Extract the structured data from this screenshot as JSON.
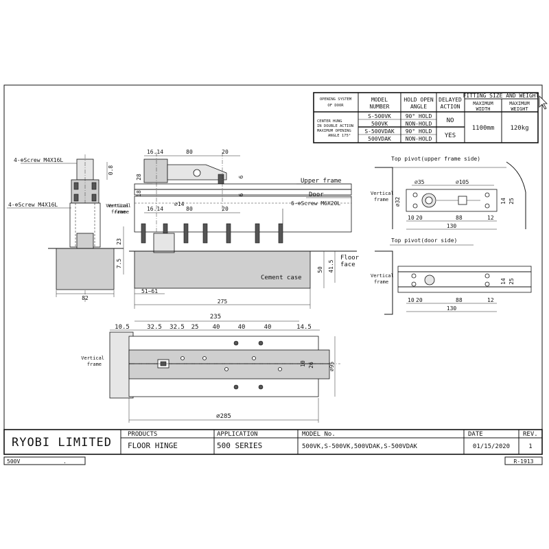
{
  "spec_table": {
    "col_opening_system": "OPENING SYSTEM\nOF DOOR",
    "col_model_number": "MODEL\nNUMBER",
    "col_hold_open_angle": "HOLD OPEN\nANGLE",
    "col_delayed_action": "DELAYED\nACTION",
    "col_fitting_size": "FITTING SIZE AND WEIGHT",
    "col_max_width": "MAXIMUM\nWIDTH",
    "col_max_weight": "MAXIMUM\nWEIGHT",
    "opening_system_lines": [
      "CENTER HUNG",
      "IN DOUBLE ACTION",
      "MAXIMUM OPENING",
      "ANGLE 175°"
    ],
    "rows": [
      {
        "model": "S-500VK",
        "hold": "90° HOLD"
      },
      {
        "model": "500VK",
        "hold": "NON-HOLD"
      },
      {
        "model": "S-500VDAK",
        "hold": "90° HOLD"
      },
      {
        "model": "500VDAK",
        "hold": "NON-HOLD"
      }
    ],
    "delayed_no": "NO",
    "delayed_yes": "YES",
    "max_width": "1100mm",
    "max_weight": "120kg"
  },
  "labels": {
    "screw_m4x16l_top": "4-⊕Screw M4X16L",
    "screw_m4x16l_mid": "4-⊕Screw M4X16L",
    "screw_m6x20l": "6-⊕Screw M6X20L",
    "vertical_frame_1": "Vertical\nframe",
    "vertical_frame_2": "Vertical\nframe",
    "vertical_frame_3": "Vertical\nframe",
    "vertical_frame_4": "Vertical\nframe",
    "upper_frame": "Upper frame",
    "door": "Door",
    "floor_face": "Floor\nface",
    "cement_case": "Cement case",
    "top_pivot_upper": "Top pivot(upper frame side)",
    "top_pivot_door": "Top pivot(door side)"
  },
  "dims_side": {
    "d16_14": "16.14",
    "d80a": "80",
    "d20a": "20",
    "d16_14b": "16.14",
    "d80b": "80",
    "d20b": "20",
    "d28": "28",
    "d6a": "6",
    "d6b": "6",
    "d18": "18",
    "d14": "⌀14",
    "d23": "23",
    "d7_5": "7.5",
    "d50": "50",
    "d41_5": "41.5",
    "d51_61": "51~61",
    "d275": "275",
    "d82": "82",
    "d0_8": "0.8"
  },
  "dims_pivot_upper": {
    "d35": "⌀35",
    "d105": "⌀105",
    "d32": "⌀32",
    "d14": "14",
    "d25": "25",
    "d10": "10",
    "d20": "20",
    "d88": "88",
    "d12": "12",
    "d130": "130"
  },
  "dims_pivot_door": {
    "d14": "14",
    "d25": "25",
    "d10": "10",
    "d20": "20",
    "d88": "88",
    "d12": "12",
    "d130": "130"
  },
  "dims_plan": {
    "d235": "235",
    "segments": [
      "10.5",
      "32.5",
      "32.5",
      "25",
      "40",
      "40",
      "40",
      "14.5"
    ],
    "d10": "10",
    "d26": "26",
    "d95": "⌀95",
    "d285": "⌀285"
  },
  "title_block": {
    "company": "RYOBI LIMITED",
    "products_label": "PRODUCTS",
    "products_value": "FLOOR HINGE",
    "application_label": "APPLICATION",
    "application_value": "500 SERIES",
    "model_label": "MODEL No.",
    "model_value": "500VK,S-500VK,500VDAK,S-500VDAK",
    "date_label": "DATE",
    "date_value": "01/15/2020",
    "rev_label": "REV.",
    "rev_value": "1"
  },
  "footer": {
    "left": "500V",
    "mid": ".",
    "right": "R-1913"
  }
}
